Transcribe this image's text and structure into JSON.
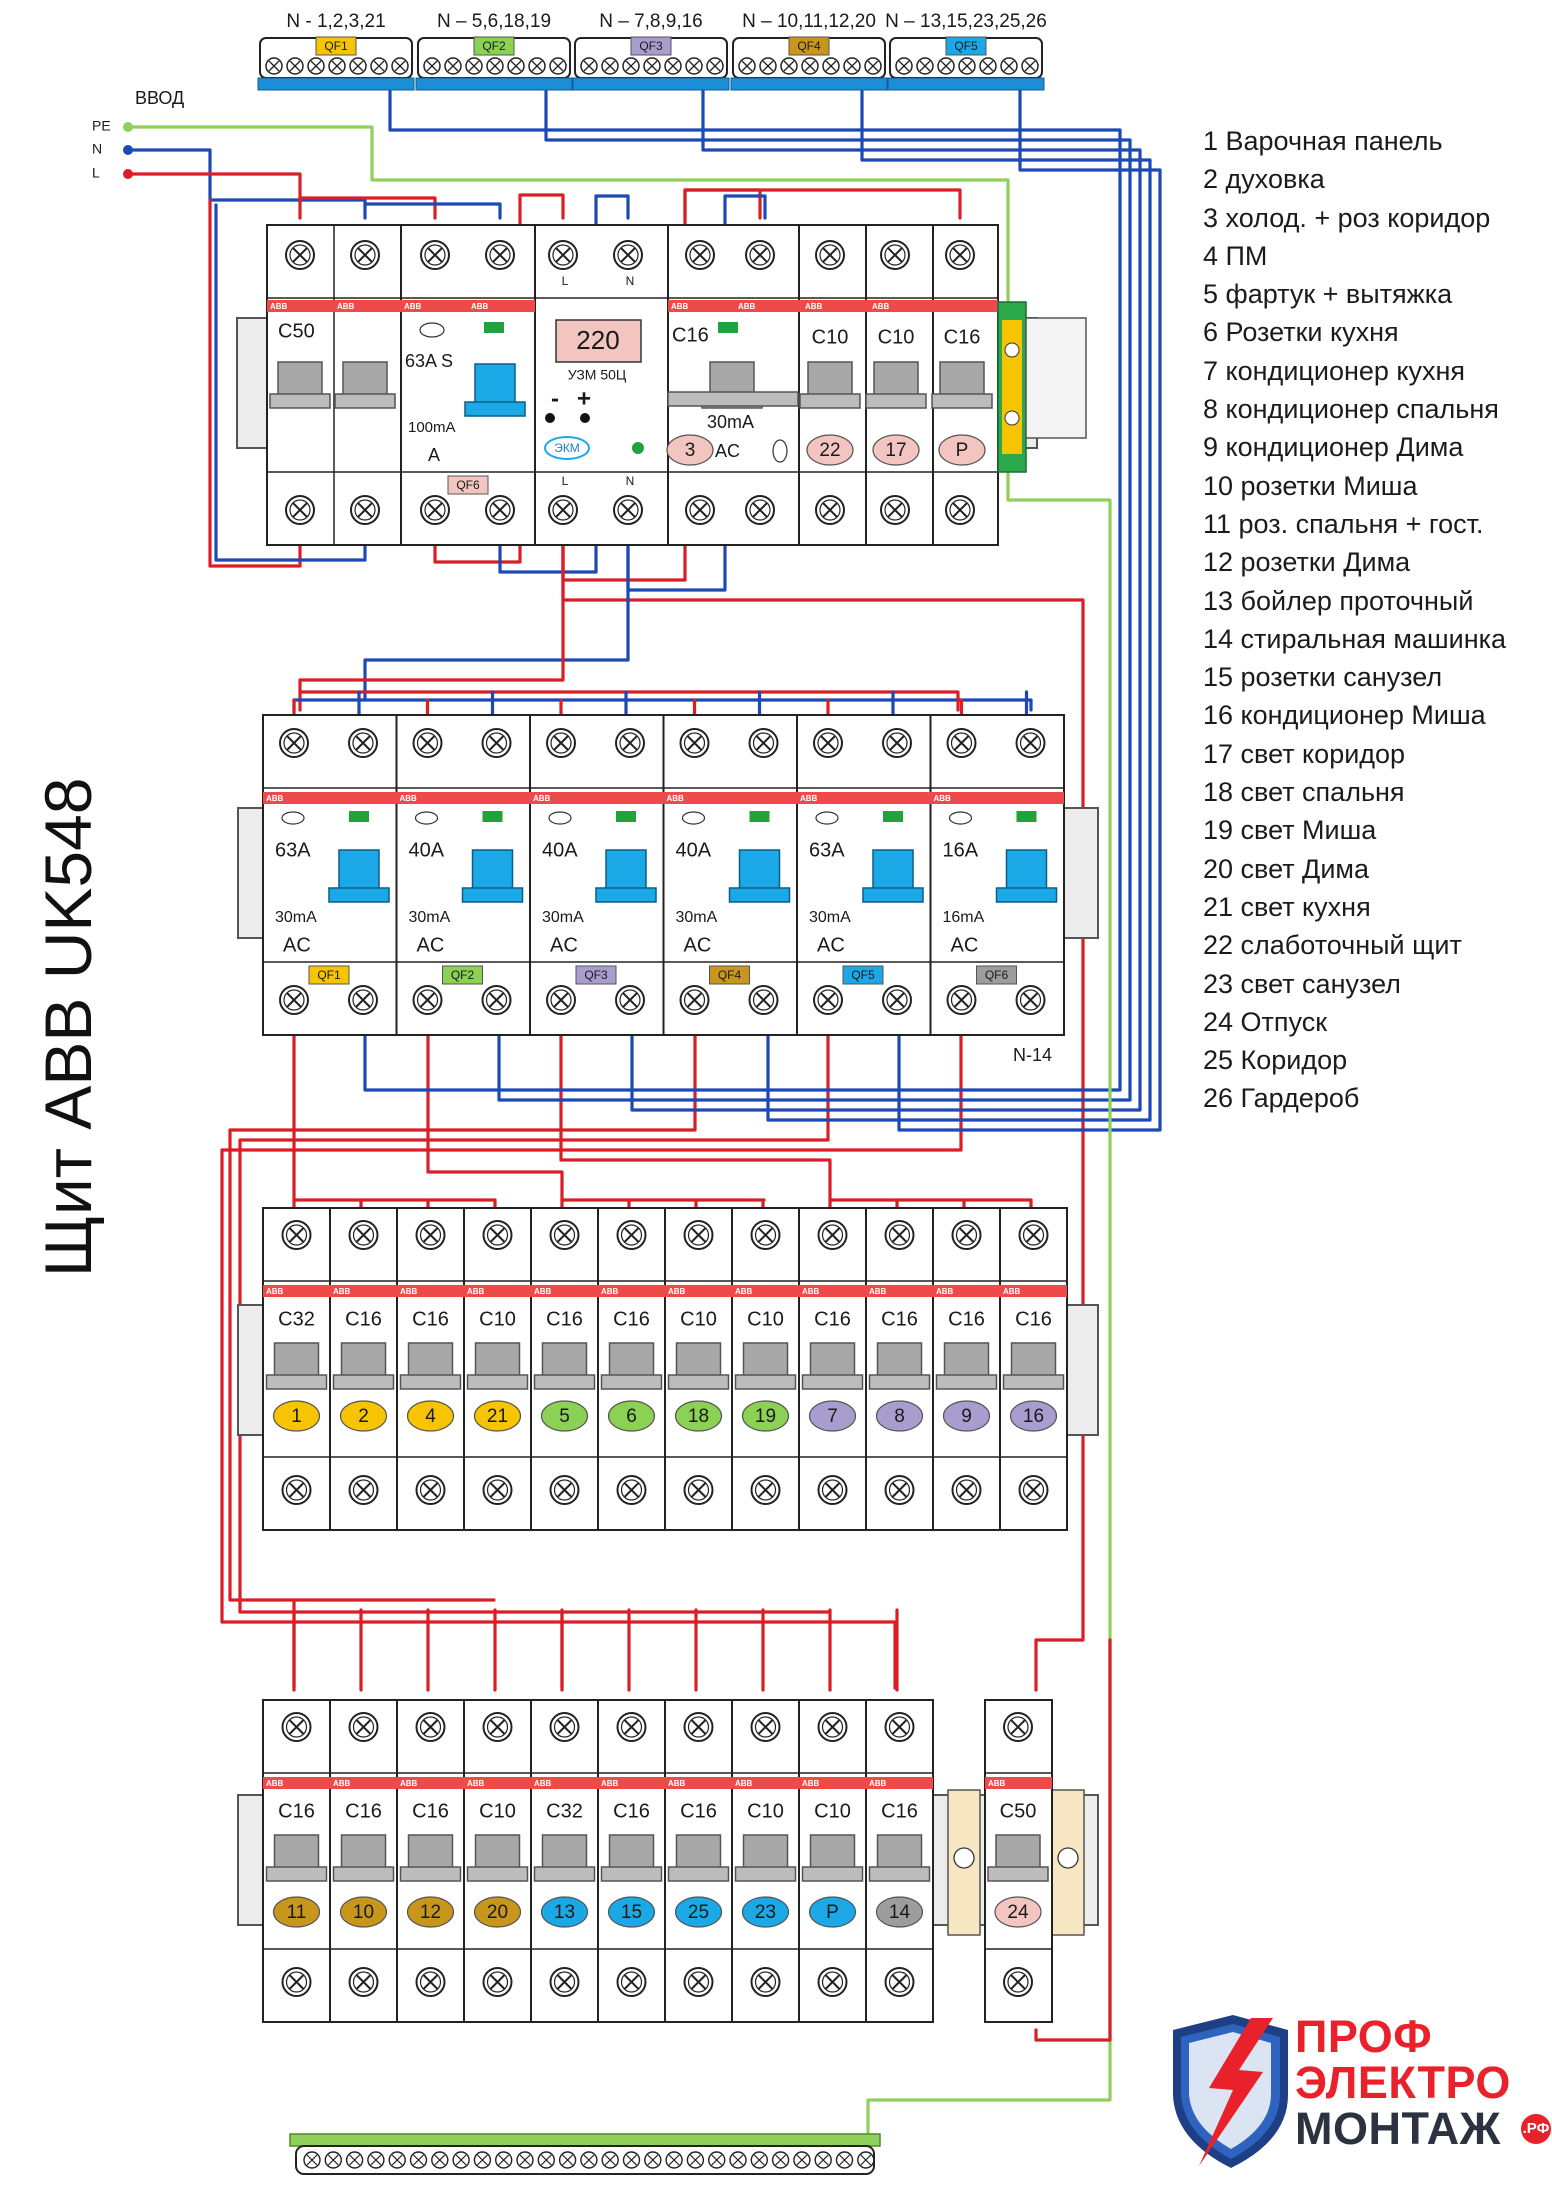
{
  "title": "Щит ABB UK548",
  "input": {
    "label": "ВВОД",
    "pe": "PE",
    "n": "N",
    "l": "L"
  },
  "neutral_bars": [
    {
      "label": "N - 1,2,3,21",
      "tag": "QF1",
      "color": "#f6c400"
    },
    {
      "label": "N – 5,6,18,19",
      "tag": "QF2",
      "color": "#8bd153"
    },
    {
      "label": "N – 7,8,9,16",
      "tag": "QF3",
      "color": "#a99dd0"
    },
    {
      "label": "N – 10,11,12,20",
      "tag": "QF4",
      "color": "#c9961c"
    },
    {
      "label": "N – 13,15,23,25,26",
      "tag": "QF5",
      "color": "#1aa9e6"
    }
  ],
  "brand": "ABB",
  "row1": {
    "main_breaker": {
      "rating": "C50"
    },
    "rcd": {
      "rating": "63A S",
      "sensitivity": "100mA",
      "type": "A",
      "tag": "QF6"
    },
    "uzm": {
      "display": "220",
      "model": "УЗМ 50Ц",
      "minus": "-",
      "plus": "+",
      "badge": "ЭКМ",
      "l": "L",
      "n": "N"
    },
    "difav": {
      "rating": "C16",
      "sensitivity": "30mA",
      "type": "AC",
      "circuit": "3"
    },
    "breakers": [
      {
        "rating": "C10",
        "circuit": "22"
      },
      {
        "rating": "C10",
        "circuit": "17"
      },
      {
        "rating": "C16",
        "circuit": "Р"
      }
    ]
  },
  "row2": {
    "rcds": [
      {
        "rating": "63A",
        "sensitivity": "30mA",
        "type": "AC",
        "tag": "QF1",
        "color": "#f6c400"
      },
      {
        "rating": "40A",
        "sensitivity": "30mA",
        "type": "AC",
        "tag": "QF2",
        "color": "#8bd153"
      },
      {
        "rating": "40A",
        "sensitivity": "30mA",
        "type": "AC",
        "tag": "QF3",
        "color": "#a99dd0"
      },
      {
        "rating": "40A",
        "sensitivity": "30mA",
        "type": "AC",
        "tag": "QF4",
        "color": "#c9961c"
      },
      {
        "rating": "63A",
        "sensitivity": "30mA",
        "type": "AC",
        "tag": "QF5",
        "color": "#1aa9e6"
      },
      {
        "rating": "16A",
        "sensitivity": "16mA",
        "type": "AC",
        "tag": "QF6",
        "color": "#9d9d9d"
      }
    ],
    "note": "N-14"
  },
  "row3": [
    {
      "rating": "C32",
      "circuit": "1",
      "color": "#f6c400"
    },
    {
      "rating": "C16",
      "circuit": "2",
      "color": "#f6c400"
    },
    {
      "rating": "C16",
      "circuit": "4",
      "color": "#f6c400"
    },
    {
      "rating": "C10",
      "circuit": "21",
      "color": "#f6c400"
    },
    {
      "rating": "C16",
      "circuit": "5",
      "color": "#8bd153"
    },
    {
      "rating": "C16",
      "circuit": "6",
      "color": "#8bd153"
    },
    {
      "rating": "C10",
      "circuit": "18",
      "color": "#8bd153"
    },
    {
      "rating": "C10",
      "circuit": "19",
      "color": "#8bd153"
    },
    {
      "rating": "C16",
      "circuit": "7",
      "color": "#a99dd0"
    },
    {
      "rating": "C16",
      "circuit": "8",
      "color": "#a99dd0"
    },
    {
      "rating": "C16",
      "circuit": "9",
      "color": "#a99dd0"
    },
    {
      "rating": "C16",
      "circuit": "16",
      "color": "#a99dd0"
    }
  ],
  "row4": [
    {
      "rating": "C16",
      "circuit": "11",
      "color": "#c9961c"
    },
    {
      "rating": "C16",
      "circuit": "10",
      "color": "#c9961c"
    },
    {
      "rating": "C16",
      "circuit": "12",
      "color": "#c9961c"
    },
    {
      "rating": "C10",
      "circuit": "20",
      "color": "#c9961c"
    },
    {
      "rating": "C32",
      "circuit": "13",
      "color": "#1aa9e6"
    },
    {
      "rating": "C16",
      "circuit": "15",
      "color": "#1aa9e6"
    },
    {
      "rating": "C16",
      "circuit": "25",
      "color": "#1aa9e6"
    },
    {
      "rating": "C10",
      "circuit": "23",
      "color": "#1aa9e6"
    },
    {
      "rating": "C10",
      "circuit": "Р",
      "color": "#1aa9e6"
    },
    {
      "rating": "C16",
      "circuit": "14",
      "color": "#9d9d9d"
    }
  ],
  "row4_extra": {
    "rating": "C50",
    "circuit": "24",
    "color": "#f2c5c0"
  },
  "legend": [
    "1 Варочная панель",
    "2 духовка",
    "3 холод. + роз коридор",
    "4 ПМ",
    "5 фартук + вытяжка",
    "6 Розетки кухня",
    "7 кондиционер кухня",
    "8 кондиционер спальня",
    "9 кондиционер Дима",
    "10 розетки Миша",
    "11 роз. спальня + гост.",
    "12 розетки Дима",
    "13 бойлер проточный",
    "14 стиральная машинка",
    "15 розетки санузел",
    "16 кондиционер Миша",
    "17 свет коридор",
    "18 свет спальня",
    "19 свет Миша",
    "20 свет Дима",
    "21 свет кухня",
    "22 слаботочный щит",
    "23 свет санузел",
    "24 Отпуск",
    "25 Коридор",
    "26 Гардероб"
  ],
  "logo": {
    "line1": "ПРОФ",
    "line2": "ЭЛЕКТРО",
    "line3": "МОНТАЖ",
    "suffix": ".РФ"
  },
  "colors": {
    "phase": "#d81f26",
    "neutral": "#1c49b5",
    "earth": "#8fd05a",
    "abb_red": "#ef4a4a",
    "toggle_blue": "#1aa9e6",
    "neutral_bar_blue": "#1b8ed6"
  }
}
